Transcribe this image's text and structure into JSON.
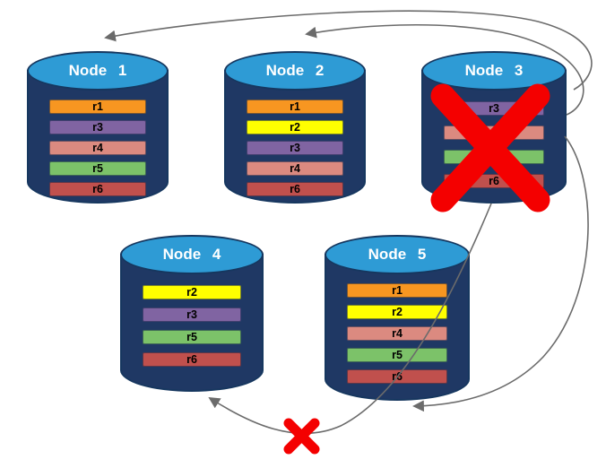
{
  "colors": {
    "background": "#FFFFFF",
    "cylinder_body": "#1F3864",
    "cylinder_top": "#2E9BD5",
    "cylinder_outline": "#16375F",
    "arrow": "#6B6B6B",
    "failure_x": "#F40000",
    "replica_r1": "#F79621",
    "replica_r2": "#FFFF00",
    "replica_r3": "#8064A2",
    "replica_r4": "#DB8A80",
    "replica_r5": "#7CC269",
    "replica_r6": "#C0504D"
  },
  "icons": {
    "failed_node": "failed-node-x-icon",
    "broken_link": "broken-link-x-icon"
  },
  "nodes": [
    {
      "title": "Node 1",
      "bars": [
        {
          "label": "r1",
          "color": "#F79621"
        },
        {
          "label": "r3",
          "color": "#8064A2"
        },
        {
          "label": "r4",
          "color": "#DB8A80"
        },
        {
          "label": "r5",
          "color": "#7CC269"
        },
        {
          "label": "r6",
          "color": "#C0504D"
        }
      ]
    },
    {
      "title": "Node 2",
      "bars": [
        {
          "label": "r1",
          "color": "#F79621"
        },
        {
          "label": "r2",
          "color": "#FFFF00"
        },
        {
          "label": "r3",
          "color": "#8064A2"
        },
        {
          "label": "r4",
          "color": "#DB8A80"
        },
        {
          "label": "r6",
          "color": "#C0504D"
        }
      ]
    },
    {
      "title": "Node 3",
      "failed": true,
      "bars": [
        {
          "label": "r3",
          "color": "#8064A2"
        },
        {
          "label": "r4",
          "color": "#DB8A80"
        },
        {
          "label": "r5",
          "color": "#7CC269"
        },
        {
          "label": "r6",
          "color": "#C0504D"
        }
      ]
    },
    {
      "title": "Node 4",
      "bars": [
        {
          "label": "r2",
          "color": "#FFFF00"
        },
        {
          "label": "r3",
          "color": "#8064A2"
        },
        {
          "label": "r5",
          "color": "#7CC269"
        },
        {
          "label": "r6",
          "color": "#C0504D"
        }
      ]
    },
    {
      "title": "Node 5",
      "bars": [
        {
          "label": "r1",
          "color": "#F79621"
        },
        {
          "label": "r2",
          "color": "#FFFF00"
        },
        {
          "label": "r4",
          "color": "#DB8A80"
        },
        {
          "label": "r5",
          "color": "#7CC269"
        },
        {
          "label": "r6",
          "color": "#C0504D"
        }
      ]
    }
  ]
}
